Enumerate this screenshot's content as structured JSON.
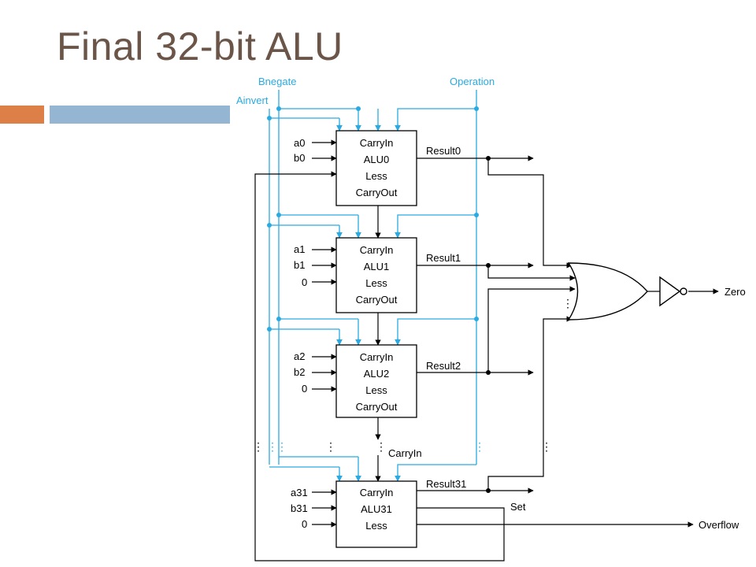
{
  "slide": {
    "title": "Final 32-bit ALU"
  },
  "colors": {
    "title": "#6b5548",
    "accent_orange": "#dd8047",
    "accent_blue": "#94b6d2",
    "control": "#29abe2",
    "wire": "#000000"
  },
  "control_labels": {
    "bnegate": "Bnegate",
    "operation": "Operation",
    "ainvert": "Ainvert"
  },
  "alus": [
    {
      "name": "ALU0",
      "carry_in": "CarryIn",
      "less": "Less",
      "carry_out": "CarryOut",
      "a": "a0",
      "b": "b0",
      "less_in": "",
      "result": "Result0"
    },
    {
      "name": "ALU1",
      "carry_in": "CarryIn",
      "less": "Less",
      "carry_out": "CarryOut",
      "a": "a1",
      "b": "b1",
      "less_in": "0",
      "result": "Result1"
    },
    {
      "name": "ALU2",
      "carry_in": "CarryIn",
      "less": "Less",
      "carry_out": "CarryOut",
      "a": "a2",
      "b": "b2",
      "less_in": "0",
      "result": "Result2"
    },
    {
      "name": "ALU31",
      "carry_in": "CarryIn",
      "less": "Less",
      "carry_out": "",
      "a": "a31",
      "b": "b31",
      "less_in": "0",
      "result": "Result31"
    }
  ],
  "signals": {
    "carry_in": "CarryIn",
    "set": "Set",
    "overflow": "Overflow",
    "zero": "Zero",
    "ellipsis": "⋮"
  }
}
